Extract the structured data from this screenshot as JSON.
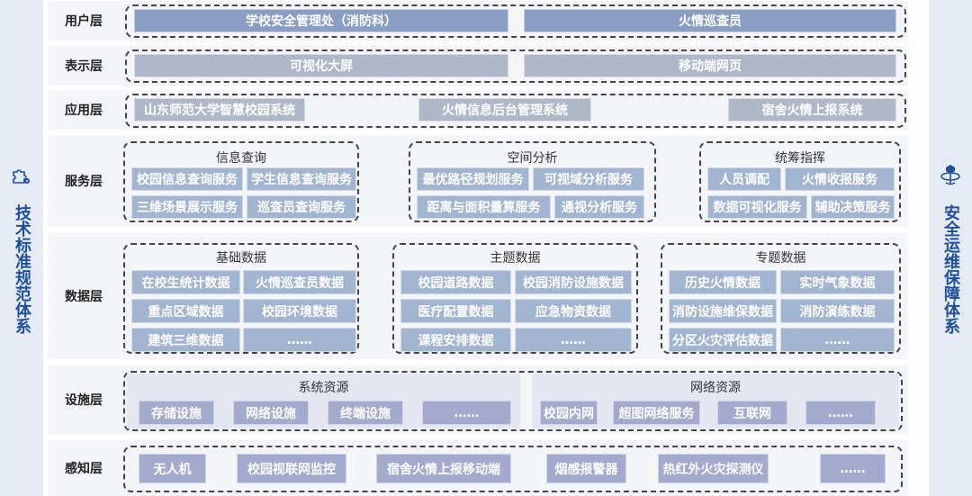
{
  "left_sidebar": {
    "icon": "puzzle-gear-icon",
    "title": "技术标准规范体系"
  },
  "right_sidebar": {
    "icon": "security-globe-icon",
    "title": "安全运维保障体系"
  },
  "layers": {
    "user": {
      "label": "用户层",
      "items": [
        "学校安全管理处（消防科）",
        "火情巡查员"
      ]
    },
    "presentation": {
      "label": "表示层",
      "items": [
        "可视化大屏",
        "移动端网页"
      ]
    },
    "application": {
      "label": "应用层",
      "items": [
        "山东师范大学智慧校园系统",
        "火情信息后台管理系统",
        "宿舍火情上报系统"
      ]
    },
    "service": {
      "label": "服务层",
      "groups": [
        {
          "title": "信息查询",
          "items": [
            "校园信息查询服务",
            "学生信息查询服务",
            "三维场景展示服务",
            "巡查员查询服务"
          ]
        },
        {
          "title": "空间分析",
          "items": [
            "最优路径规划服务",
            "可视域分析服务",
            "距离与面积量算服务",
            "通视分析服务"
          ]
        },
        {
          "title": "统筹指挥",
          "items": [
            "人员调配",
            "火情收报服务",
            "数据可视化服务",
            "辅助决策服务"
          ]
        }
      ]
    },
    "data": {
      "label": "数据层",
      "groups": [
        {
          "title": "基础数据",
          "items": [
            "在校生统计数据",
            "火情巡查员数据",
            "重点区域数据",
            "校园环境数据",
            "建筑三维数据",
            "……"
          ]
        },
        {
          "title": "主题数据",
          "items": [
            "校园道路数据",
            "校园消防设施数据",
            "医疗配置数据",
            "应急物资数据",
            "课程安排数据",
            "……"
          ]
        },
        {
          "title": "专题数据",
          "items": [
            "历史火情数据",
            "实时气象数据",
            "消防设施维保数据",
            "消防演练数据",
            "分区火灾评估数据",
            "……"
          ]
        }
      ]
    },
    "facility": {
      "label": "设施层",
      "groups": [
        {
          "title": "系统资源",
          "items": [
            "存储设施",
            "网络设施",
            "终端设施",
            "……"
          ]
        },
        {
          "title": "网络资源",
          "items": [
            "校园内网",
            "超图网络服务",
            "互联网",
            "……"
          ]
        }
      ]
    },
    "perception": {
      "label": "感知层",
      "items": [
        "无人机",
        "校园视联网监控",
        "宿舍火情上报移动端",
        "烟感报警器",
        "热红外火灾探测仪",
        "……"
      ]
    }
  },
  "colors": {
    "sidebar_bg": "#e6ebf3",
    "sidebar_text": "#1d4f9a",
    "layer_bg": "#f3f5f8",
    "user_box": "#8a9ec3",
    "gray_box": "#aeb8c9",
    "data_box": "#a2b5d0",
    "facility_box": "#a3aace"
  }
}
